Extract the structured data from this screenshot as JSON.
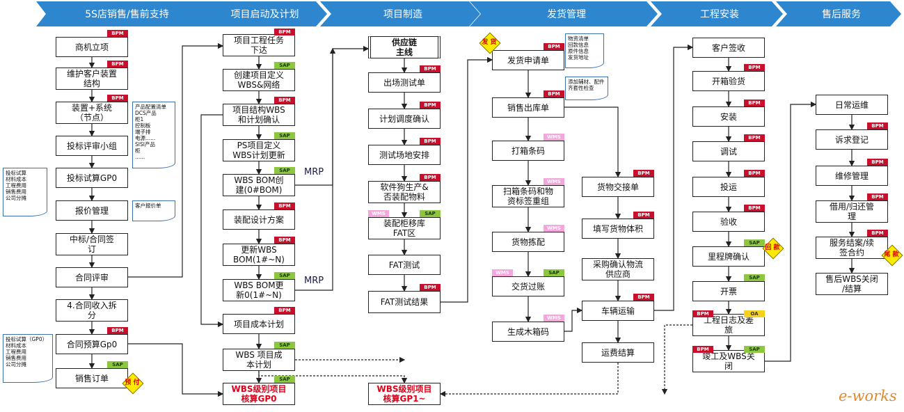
{
  "phases": [
    {
      "label": "5S店销售/售前支持"
    },
    {
      "label": "项目启动及计划"
    },
    {
      "label": "项目制造"
    },
    {
      "label": "发货管理"
    },
    {
      "label": "工程安装"
    },
    {
      "label": "售后服务"
    }
  ],
  "boxes": {
    "b1": "商机立项",
    "b2": "维护客户装置\n结构",
    "b3": "装置+系统\n（节点）",
    "b4": "投标评审小组",
    "b5": "投标试算GP0",
    "b6": "报价管理",
    "b7": "中标/合同签\n订",
    "b8": "合同评审",
    "b9": "4.合同收入拆\n分",
    "b10": "合同预算Gp0",
    "b11": "销售订单",
    "p1": "项目工程任务\n下达",
    "p2": "创建项目定义\nWBS&网络",
    "p3": "项目结构WBS\n和计划确认",
    "p4": "PS项目定义\nWBS计划更新",
    "p5": "WBS BOM创\n建(0#BOM)",
    "p6": "装配设计方案",
    "p7": "更新WBS\nBOM(1#~N)",
    "p8": "WBS BOM更\n新0(1#~N)",
    "p9": "项目成本计划",
    "p10": "WBS 项目成\n本计划",
    "p11": "WBS级别项目\n核算GP0",
    "m1": "供应链\n主线",
    "m2": "出场测试单",
    "m3": "计划调度确认",
    "m4": "测试场地安排",
    "m5": "软件狗生产&\n否装配物料",
    "m6": "装配柜移库\nFAT区",
    "m7": "FAT测试",
    "m8": "FAT测试结果",
    "m9": "WBS级别项目\n核算GP1~",
    "s1": "发货申请单",
    "s2": "销售出库单",
    "s3": "打箱条码",
    "s4": "扫箱条码和物\n资标签重组",
    "s5": "货物拣配",
    "s6": "交货过账",
    "s7": "生成木箱码",
    "s8": "货物交接单",
    "s9": "填写货物体积",
    "s10": "采购确认物流\n供应商",
    "s11": "车辆运输",
    "s12": "运费结算",
    "e1": "客户签收",
    "e2": "开箱验货",
    "e3": "安装",
    "e4": "调试",
    "e5": "投运",
    "e6": "验收",
    "e7": "里程牌确认",
    "e8": "开票",
    "e9": "工程日志及差\n旅",
    "e10": "竣工及WBS关\n闭",
    "a1": "日常运维",
    "a2": "诉求登记",
    "a3": "维修管理",
    "a4": "借用/归还管\n理",
    "a5": "服务结案/续\n签合约",
    "a6": "售后WBS关闭\n/结算"
  },
  "tags": {
    "bpm": "BPM",
    "sap": "SAP",
    "wms": "WMS",
    "oa": "OA"
  },
  "docs": {
    "d1": "产品配置清单\nDCS产品\n  柜1\n  控制板\n  端子排\n  电源......\nSISI产品\n  柜\n  ......",
    "d2": "投标试算\n  材料成本\n工程费用\n销售费用\n公司分摊",
    "d3": "客户报价单",
    "d4": "投标试算（GP0）\n  材料成本\n工程费用\n销售费用\n公司分摊",
    "d5": "物资清单\n回款信息\n原件信息\n发货地址",
    "d6": "添加辅材、配件\n齐套性检查"
  },
  "diamonds": {
    "pay": "预\n付",
    "ship": "发\n货",
    "pay2": "回\n款",
    "pay3": "尾\n款"
  },
  "mrp": "MRP",
  "logo": "e-works",
  "colors": {
    "banner": "#2e86cf",
    "bpm": "#c80f2c",
    "sap": "#8dc63f",
    "wms": "#f4a6dd",
    "highlight_text": "#e0001a"
  }
}
